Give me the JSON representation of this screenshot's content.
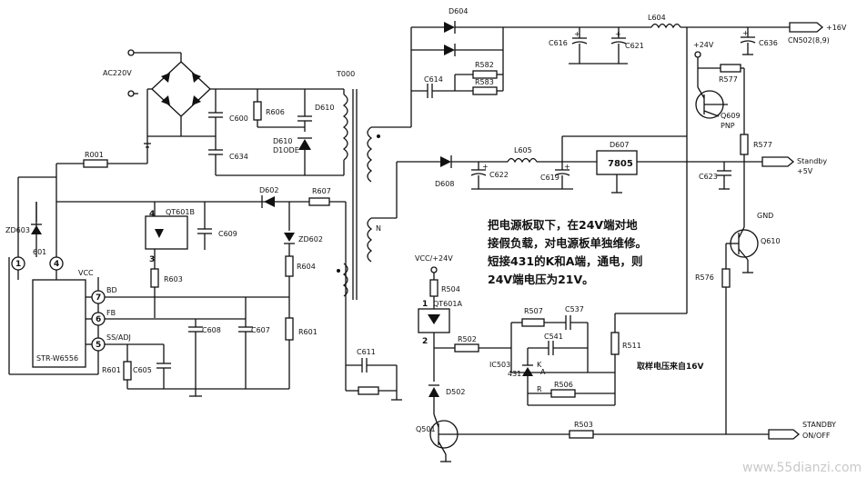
{
  "labels": {
    "ac": "AC220V",
    "r001": "R001",
    "c600": "C600",
    "c634": "C634",
    "r606": "R606",
    "d610a": "D610",
    "d610b": "D610",
    "d610_sub": "D1ODE",
    "t000": "T000",
    "d604": "D604",
    "c616": "C616",
    "c621": "C621",
    "c614": "C614",
    "r582": "R582",
    "r583": "R583",
    "l604": "L604",
    "cn502": "CN502(8,9)",
    "plus16": "+16V",
    "plus24": "+24V",
    "c636": "C636",
    "r577a": "R577",
    "q609": "Q609",
    "pnp": "PNP",
    "r577b": "R577",
    "standby_top": "Standby",
    "standby_top2": "+5V",
    "c623": "C623",
    "d608": "D608",
    "l605": "L605",
    "c622": "C622",
    "c619": "C619",
    "d607": "D607",
    "reg": "7805",
    "gnd": "GND",
    "q610": "Q610",
    "r576": "R576",
    "zd603": "ZD603",
    "qt601b": "QT601B",
    "c609": "C609",
    "d602": "D602",
    "r607": "R607",
    "zd602": "ZD602",
    "r603": "R603",
    "r604": "R604",
    "r601a": "R601",
    "r601b": "R601",
    "c608": "C608",
    "c607": "C607",
    "c611": "C611",
    "c605": "C605",
    "ic601": "601",
    "vcc": "VCC",
    "bd": "BD",
    "fb": "FB",
    "ssadj": "SS/ADJ",
    "ic_name": "STR-W6556",
    "pin1": "1",
    "pin4": "4",
    "pin7": "7",
    "pin6": "6",
    "pin5": "5",
    "optopin4": "4",
    "optopin3": "3",
    "vcc24": "VCC/+24V",
    "r504": "R504",
    "qt601a": "QT601A",
    "optopin1": "1",
    "optopin2": "2",
    "r507": "R507",
    "c537": "C537",
    "r502": "R502",
    "c541": "C541",
    "ic503": "IC503",
    "ic431": "431",
    "pin_k": "K",
    "pin_a": "A",
    "pin_r": "R",
    "r511": "R511",
    "r506": "R506",
    "d502": "D502",
    "r503": "R503",
    "q501": "Q501",
    "standby_bot": "STANDBY",
    "onoff": "ON/OFF",
    "sample": "取样电压来自16V",
    "watermark": "www.55dianzi.com"
  },
  "note": {
    "line1": "把电源板取下，在24V端对地",
    "line2": "接假负载，对电源板单独维修。",
    "line3": "短接431的K和A端，通电，则",
    "line4": "24V端电压为21V。"
  }
}
